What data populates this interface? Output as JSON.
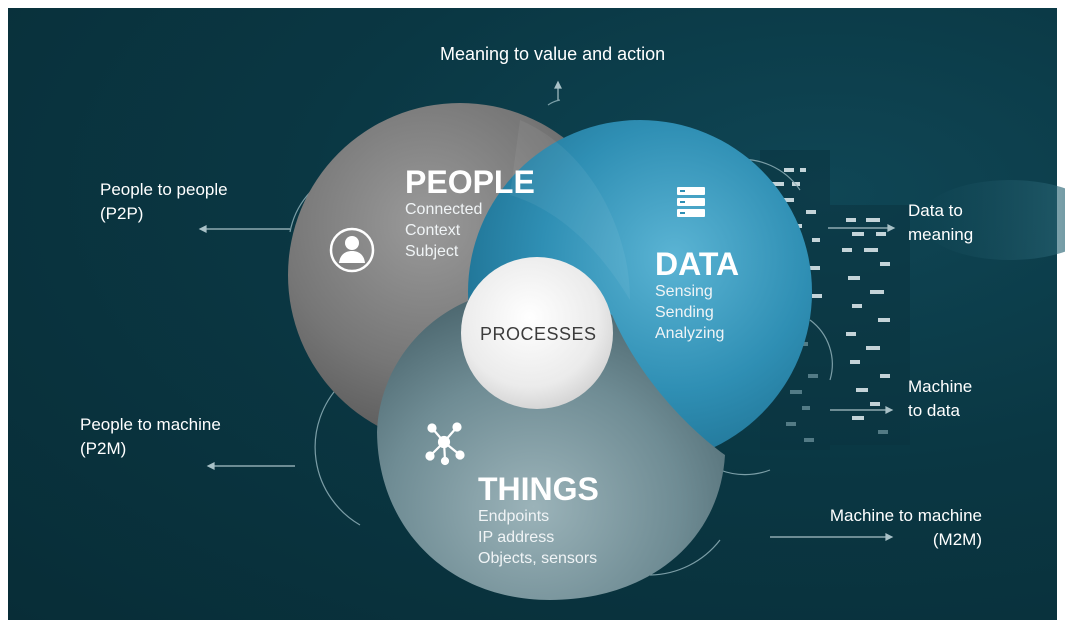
{
  "outer_labels": {
    "top": "Meaning to value and action",
    "p2p": [
      "People to people",
      "(P2P)"
    ],
    "p2m": [
      "People to machine",
      "(P2M)"
    ],
    "data_meaning": [
      "Data to",
      "meaning"
    ],
    "machine_data": [
      "Machine",
      "to data"
    ],
    "m2m": [
      "Machine to machine",
      "(M2M)"
    ]
  },
  "circles": {
    "people": {
      "title": "PEOPLE",
      "items": [
        "Connected",
        "Context",
        "Subject"
      ],
      "icon": "person-icon",
      "color": "#6f6f6f"
    },
    "data": {
      "title": "DATA",
      "items": [
        "Sensing",
        "Sending",
        "Analyzing"
      ],
      "icon": "server-icon",
      "color": "#2f8fb4"
    },
    "things": {
      "title": "THINGS",
      "items": [
        "Endpoints",
        "IP address",
        "Objects, sensors"
      ],
      "icon": "network-node-icon",
      "color": "#7f9ba3"
    },
    "processes": {
      "title": "PROCESSES"
    }
  },
  "colors": {
    "background": "#0a3743",
    "line": "#8fb0b8",
    "arrow": "#a9c1c7"
  }
}
